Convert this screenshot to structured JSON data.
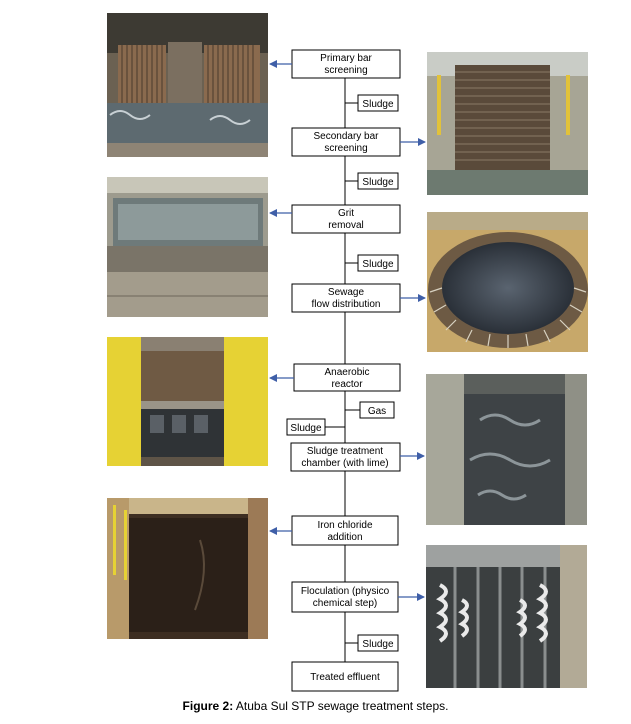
{
  "steps": [
    {
      "lines": [
        "Primary bar",
        "screening"
      ]
    },
    {
      "lines": [
        "Secondary bar",
        "screening"
      ]
    },
    {
      "lines": [
        "Grit",
        "removal"
      ]
    },
    {
      "lines": [
        "Sewage",
        "flow distribution"
      ]
    },
    {
      "lines": [
        "Anaerobic",
        "reactor"
      ]
    },
    {
      "lines": [
        "Sludge treatment",
        "chamber (with lime)"
      ]
    },
    {
      "lines": [
        "Iron chloride",
        "addition"
      ]
    },
    {
      "lines": [
        "Floculation (physico",
        "chemical step)"
      ]
    },
    {
      "lines": [
        "Treated effluent"
      ]
    }
  ],
  "side_labels": [
    "Sludge",
    "Sludge",
    "Sludge",
    "Gas",
    "Sludge",
    "Sludge"
  ],
  "photos": [
    {
      "scene": "bar-screen"
    },
    {
      "scene": "secondary-screen"
    },
    {
      "scene": "grit-tank"
    },
    {
      "scene": "circular-distributor"
    },
    {
      "scene": "anaerobic-reactor"
    },
    {
      "scene": "lime-chamber"
    },
    {
      "scene": "iron-chloride-tank"
    },
    {
      "scene": "flocculation-tank"
    }
  ],
  "caption": {
    "label": "Figure 2:",
    "text": " Atuba Sul STP sewage treatment steps."
  },
  "colors": {
    "arrow": "#3f5fa8",
    "line": "#000000",
    "box": "#ffffff",
    "caption_text": "#000000"
  }
}
